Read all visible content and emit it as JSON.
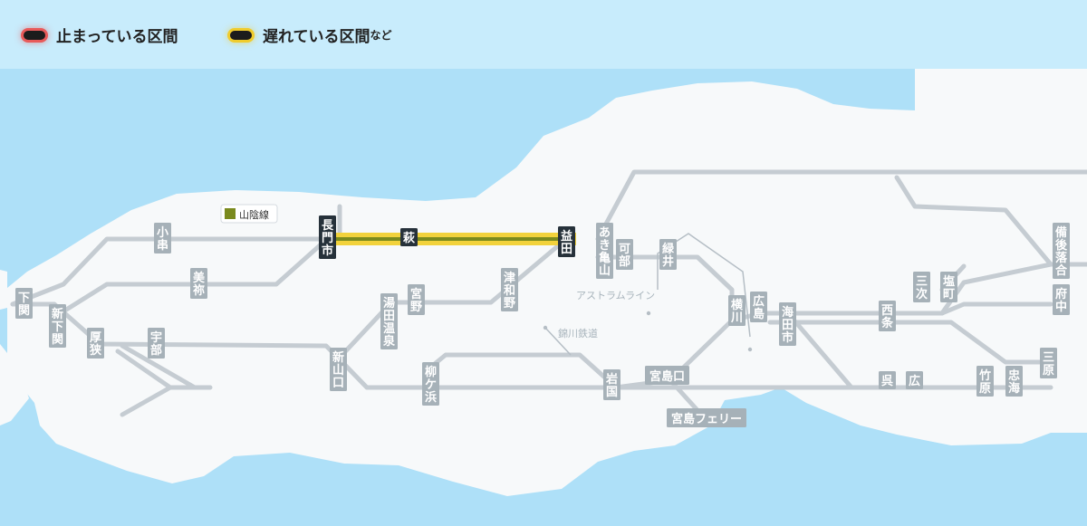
{
  "legend": {
    "stopped": "止まっている区間",
    "delayed": "遅れている区間",
    "delayed_suffix": "など"
  },
  "line_label": {
    "name": "山陰線",
    "color": "#7a8a1e"
  },
  "colors": {
    "sea": "#aee0f8",
    "land": "#f7f9fa",
    "track": "#c5ccd2",
    "station": "#a6b1b8",
    "station_text": "#ffffff",
    "highlight_station": "#26313a",
    "delay_glow": "#f0cc2c",
    "sub_line": "#b5bec5",
    "sub_label": "#a8b4bc"
  },
  "stations": {
    "shimonoseki": "下関",
    "shin_shimonoseki": "新下関",
    "kogushi": "小串",
    "mine": "美祢",
    "asa": "厚狭",
    "ube": "宇部",
    "nagatoshi": "長門市",
    "hagi": "萩",
    "masuda": "益田",
    "yudaonsen": "湯田温泉",
    "miyano": "宮野",
    "shinyamaguchi": "新山口",
    "tsuwano": "津和野",
    "yanaigatsu": "柳ケ浜",
    "iwakuni": "岩国",
    "miyajimaguchi": "宮島口",
    "miyajima_ferry": "宮島フェリー",
    "akikameyama": "あき亀山",
    "kabe": "可部",
    "midorii": "緑井",
    "yokogawa": "横川",
    "hiroshima": "広島",
    "kaitaichi": "海田市",
    "saijo": "西条",
    "kure": "呉",
    "hiro": "広",
    "takehara": "竹原",
    "tadanoumi": "忠海",
    "mihara": "三原",
    "miyoshi": "三次",
    "shiomachi": "塩町",
    "bingo_ochiai": "備後落合",
    "fuchu": "府中"
  },
  "sub_lines": {
    "astram": "アストラムライン",
    "nishikigawa": "錦川鉄道"
  }
}
